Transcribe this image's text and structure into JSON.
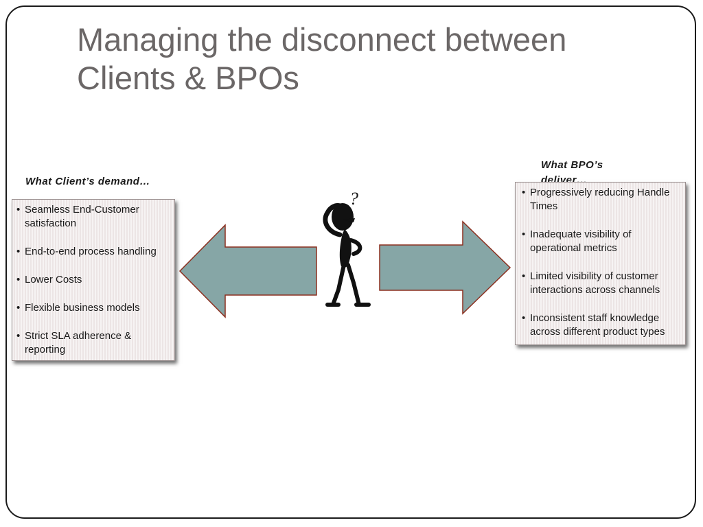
{
  "slide": {
    "title_lines": [
      "Managing the disconnect between",
      "Clients & BPOs"
    ]
  },
  "left_panel": {
    "caption": "What Client’s demand…",
    "items": [
      "Seamless End-Customer satisfaction",
      "End-to-end process handling",
      "Lower Costs",
      "Flexible business models",
      "Strict SLA adherence & reporting"
    ]
  },
  "right_panel": {
    "caption": "What BPO’s deliver…",
    "items": [
      "Progressively reducing Handle Times",
      "Inadequate visibility of operational metrics",
      "Limited visibility of customer interactions across channels",
      "Inconsistent staff knowledge across different product types"
    ]
  },
  "figure": {
    "question_mark": "?"
  },
  "colors": {
    "title": "#6b6767",
    "arrow_fill": "#86a6a6",
    "arrow_stroke": "#8b2f1f",
    "box_fill": "#ece5e5"
  }
}
